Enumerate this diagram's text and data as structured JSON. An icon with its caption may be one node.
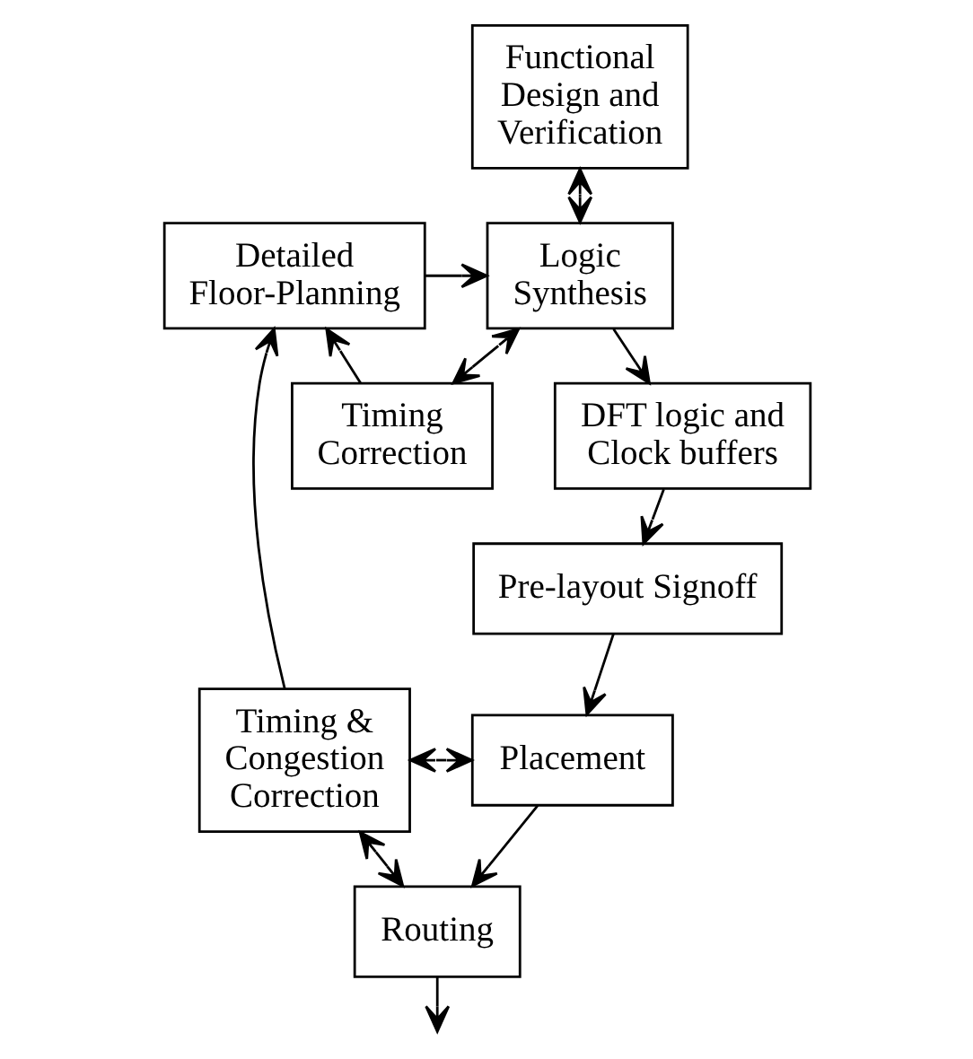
{
  "diagram": {
    "nodes": [
      {
        "text": [
          "Functional Design and Verification"
        ]
      },
      {
        "text": [
          "Detailed Floor-Planning"
        ]
      },
      {
        "text": [
          "Logic Synthesis"
        ]
      },
      {
        "text": [
          "Timing Correction"
        ]
      },
      {
        "text": [
          "DFT logic and Clock buffers"
        ]
      },
      {
        "text": [
          "Pre-layout Signoff"
        ]
      },
      {
        "text": [
          "Timing & Congestion Correction"
        ]
      },
      {
        "text": [
          "Placement"
        ]
      },
      {
        "text": [
          "Routing"
        ]
      }
    ],
    "edges": [
      {
        "from": 0,
        "to": 2,
        "arrow": "both"
      },
      {
        "from": 1,
        "to": 2,
        "arrow": "to"
      },
      {
        "from": 3,
        "to": 1,
        "arrow": "to"
      },
      {
        "from": 2,
        "to": 3,
        "arrow": "both"
      },
      {
        "from": 2,
        "to": 4,
        "arrow": "to"
      },
      {
        "from": 4,
        "to": 5,
        "arrow": "to"
      },
      {
        "from": 5,
        "to": 7,
        "arrow": "to"
      },
      {
        "from": 6,
        "to": 1,
        "arrow": "to"
      },
      {
        "from": 6,
        "to": 7,
        "arrow": "both"
      },
      {
        "from": 6,
        "to": 8,
        "arrow": "both"
      },
      {
        "from": 7,
        "to": 8,
        "arrow": "to"
      },
      {
        "from": 8,
        "to": null,
        "arrow": "to"
      }
    ]
  }
}
